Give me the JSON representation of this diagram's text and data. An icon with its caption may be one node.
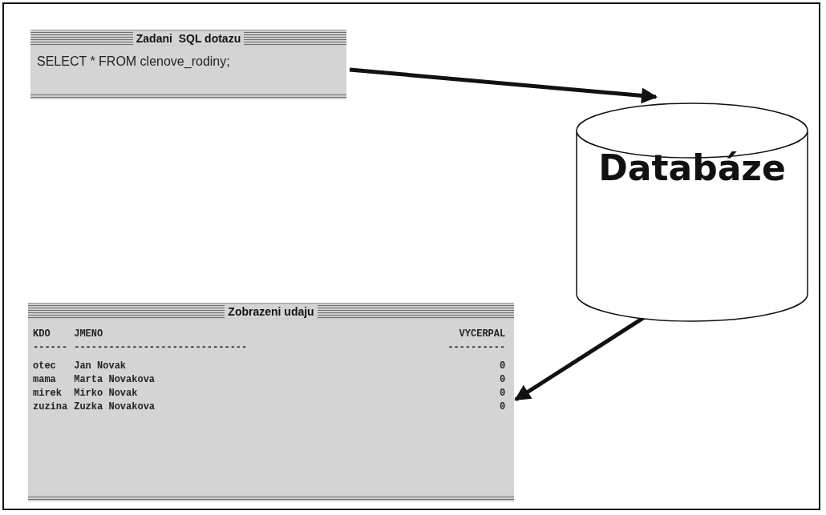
{
  "diagram": {
    "nodes": [
      {
        "text": [
          "Zadani  SQL dotazu",
          "SELECT * FROM clenove_rodiny;"
        ]
      },
      {
        "text": [
          "Databáze"
        ]
      },
      {
        "text": [
          "Zobrazeni udaju"
        ]
      }
    ],
    "edges": [
      {
        "from": 0,
        "to": 1,
        "arrow": "to"
      },
      {
        "from": 1,
        "to": 2,
        "arrow": "to"
      }
    ],
    "labels": [
      "KDO",
      "JMENO",
      "VYCERPAL",
      "------",
      "------------------------------",
      "----------",
      "otec",
      "Jan Novak",
      "0",
      "mama",
      "Marta Novakova",
      "0",
      "mirek",
      "Mirko Novak",
      "0",
      "zuzina",
      "Zuzka Novakova",
      "0"
    ]
  }
}
